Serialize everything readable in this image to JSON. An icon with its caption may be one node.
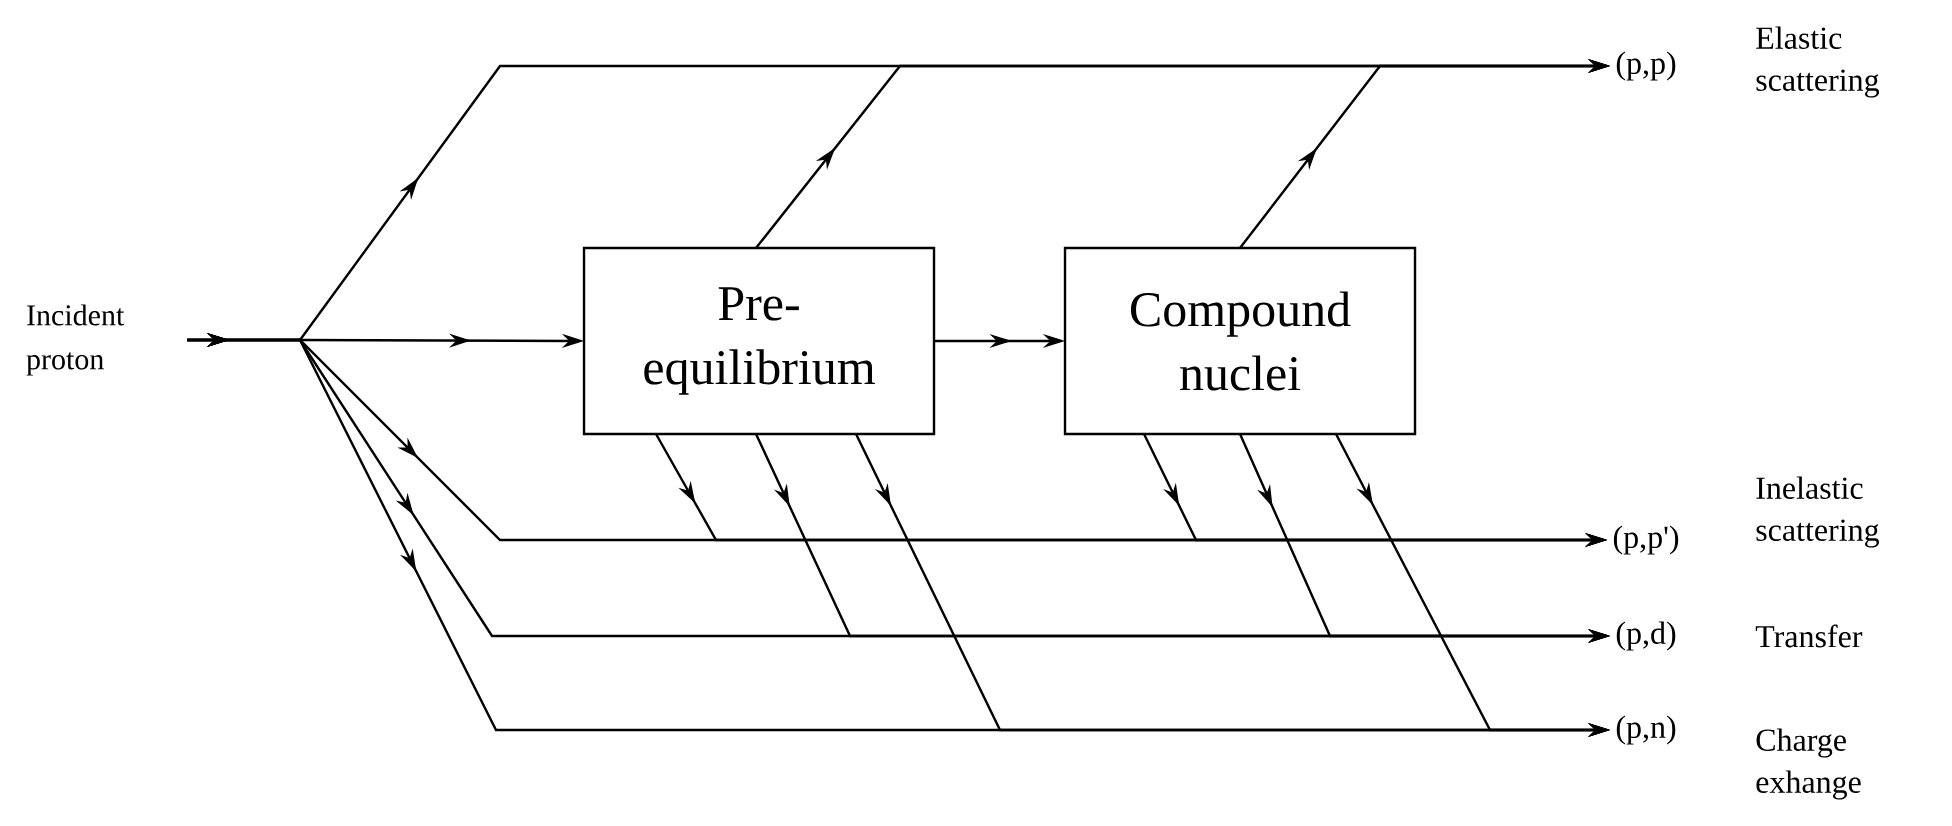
{
  "diagram": {
    "nodes": [
      {
        "text": [
          "Incident proton"
        ]
      },
      {
        "text": [
          "Pre-equilibrium"
        ]
      },
      {
        "text": [
          "Compound nuclei"
        ]
      },
      {
        "text": [
          "(p,p)"
        ],
        "beside": [
          "Elastic scattering"
        ]
      },
      {
        "text": [
          "(p,p')"
        ],
        "beside": [
          "Inelastic scattering"
        ]
      },
      {
        "text": [
          "(p,d)"
        ],
        "beside": [
          "Transfer"
        ]
      },
      {
        "text": [
          "(p,n)"
        ],
        "beside": [
          "Charge exhange"
        ]
      }
    ],
    "edges": [
      {
        "from": 0,
        "to": 3,
        "arrow": "to"
      },
      {
        "from": 0,
        "to": 1,
        "arrow": "to"
      },
      {
        "from": 0,
        "to": 4,
        "arrow": "to"
      },
      {
        "from": 0,
        "to": 5,
        "arrow": "to"
      },
      {
        "from": 0,
        "to": 6,
        "arrow": "to"
      },
      {
        "from": 1,
        "to": 2,
        "arrow": "to"
      },
      {
        "from": 1,
        "to": 3,
        "arrow": "to"
      },
      {
        "from": 1,
        "to": 4,
        "arrow": "to"
      },
      {
        "from": 1,
        "to": 5,
        "arrow": "to"
      },
      {
        "from": 1,
        "to": 6,
        "arrow": "to"
      },
      {
        "from": 2,
        "to": 3,
        "arrow": "to"
      },
      {
        "from": 2,
        "to": 4,
        "arrow": "to"
      },
      {
        "from": 2,
        "to": 5,
        "arrow": "to"
      },
      {
        "from": 2,
        "to": 6,
        "arrow": "to"
      }
    ]
  }
}
